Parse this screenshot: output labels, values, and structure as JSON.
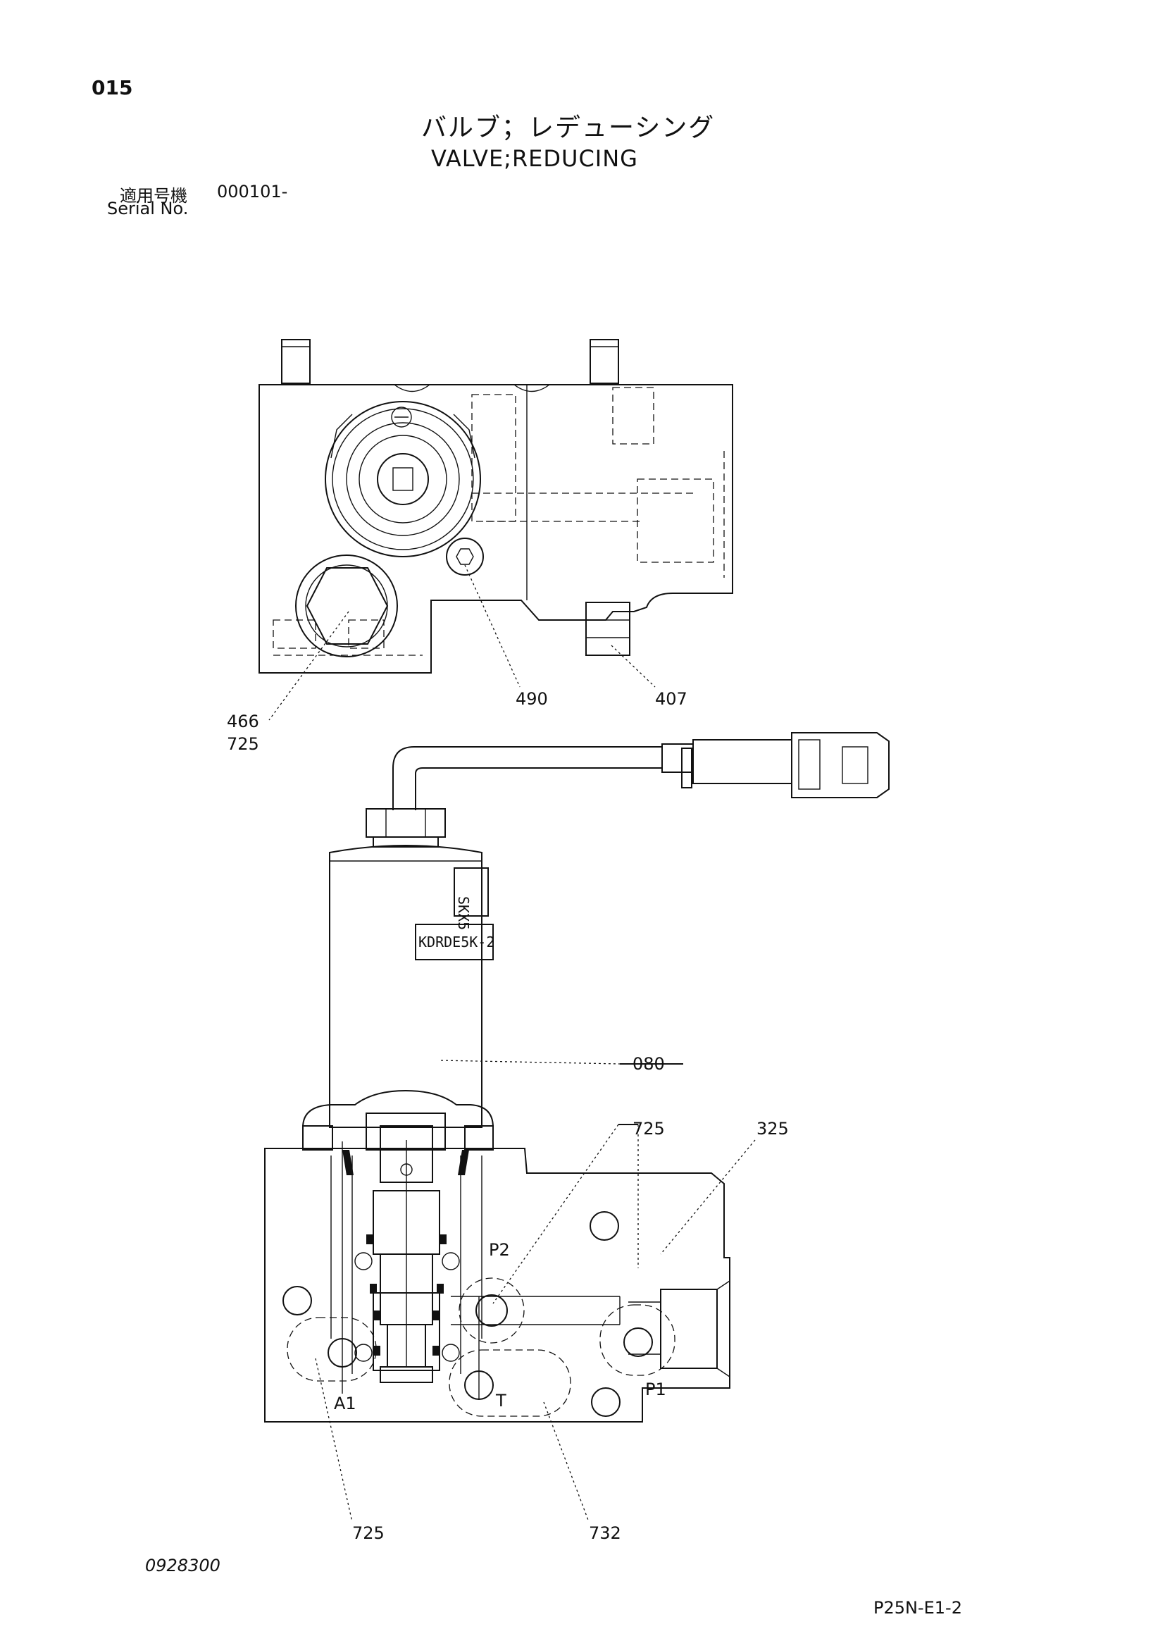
{
  "header": {
    "page_number": "015",
    "title_jp": "バルブ；レデューシング",
    "title_en": "VALVE;REDUCING",
    "serial_label_jp": "適用号機",
    "serial_value": "000101-",
    "serial_label_en": "Serial No."
  },
  "callouts": {
    "c466": "466",
    "c725_top": "725",
    "c490": "490",
    "c407": "407",
    "c080": "080",
    "c725_mid": "725",
    "c325": "325",
    "c725_bottom": "725",
    "c732": "732"
  },
  "ports": {
    "p1": "P1",
    "p2": "P2",
    "a1": "A1",
    "t": "T"
  },
  "solenoid_labels": {
    "tag": "SKX5",
    "model": "KDRDE5K-2"
  },
  "footer": {
    "doc_code": "0928300",
    "sheet_id": "P25N-E1-2"
  }
}
